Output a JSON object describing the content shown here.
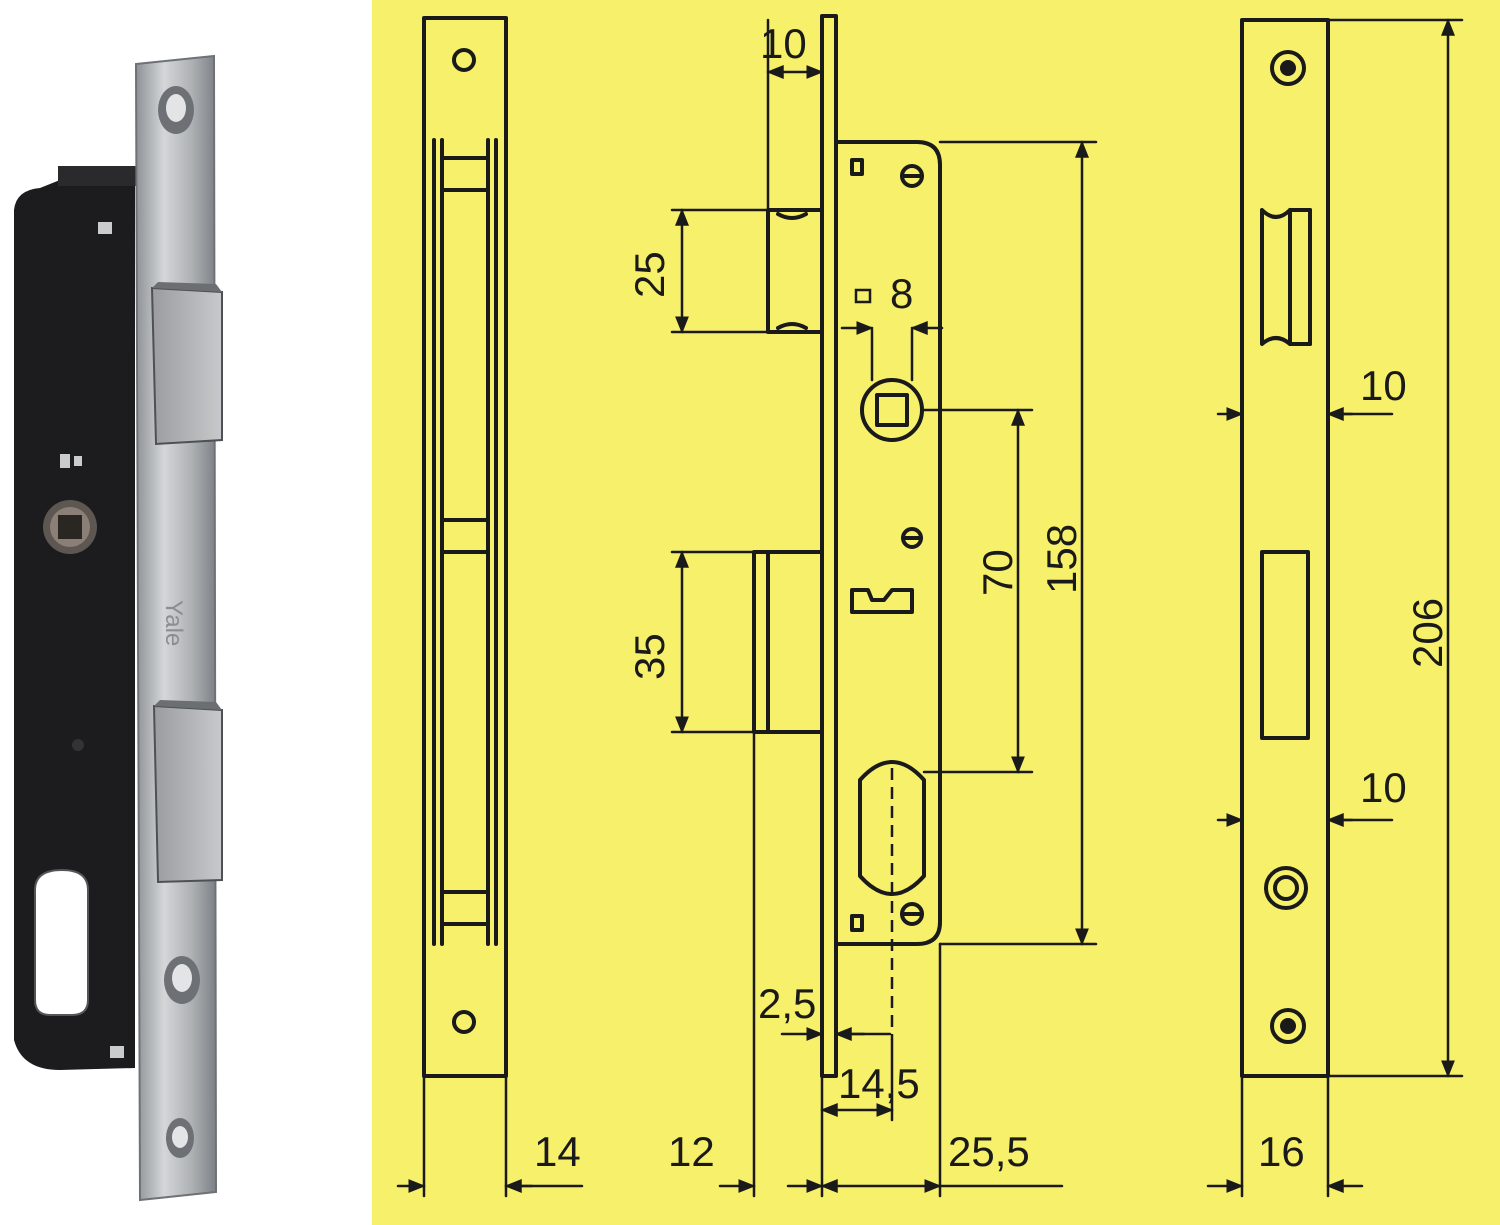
{
  "colors": {
    "background": "#ffffff",
    "sheet": "#f7f06a",
    "ink": "#1a1a1a",
    "steel": "#b9bcbf",
    "case": "#1c1c1e"
  },
  "photo": {
    "brand_marking": "Yale"
  },
  "dimensions": {
    "faceplate_width": "14",
    "backset_offset": "12",
    "case_depth": "25,5",
    "latch_projection": "10",
    "latch_height": "25",
    "bolt_height": "35",
    "square_spindle": "8",
    "centre_distance": "70",
    "case_height": "158",
    "faceplate_thickness": "2,5",
    "follower_offset": "14,5",
    "strike_margin_top": "10",
    "strike_margin_bottom": "10",
    "strike_height": "206",
    "strike_width": "16"
  }
}
